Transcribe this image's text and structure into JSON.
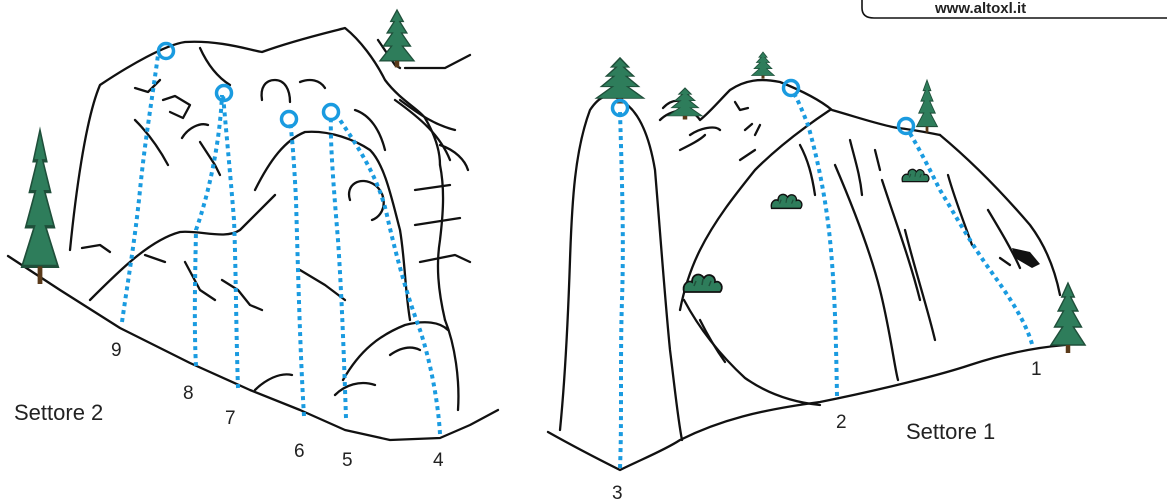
{
  "watermark": "www.altoxl.it",
  "sectors": [
    {
      "id": "settore-2",
      "label": "Settore 2"
    },
    {
      "id": "settore-1",
      "label": "Settore 1"
    }
  ],
  "routes": [
    {
      "number": "1",
      "sector": "Settore 1"
    },
    {
      "number": "2",
      "sector": "Settore 1"
    },
    {
      "number": "3",
      "sector": "Settore 1"
    },
    {
      "number": "4",
      "sector": "Settore 2"
    },
    {
      "number": "5",
      "sector": "Settore 2"
    },
    {
      "number": "6",
      "sector": "Settore 2"
    },
    {
      "number": "7",
      "sector": "Settore 2"
    },
    {
      "number": "8",
      "sector": "Settore 2"
    },
    {
      "number": "9",
      "sector": "Settore 2"
    }
  ],
  "colors": {
    "route": "#1a9be0",
    "rock_outline": "#111111",
    "tree_fill": "#2e7d5b",
    "tree_dark": "#1f4f3a",
    "background": "#ffffff"
  },
  "icons": [
    "pine-tree-icon",
    "bush-icon",
    "anchor-ring-icon"
  ]
}
